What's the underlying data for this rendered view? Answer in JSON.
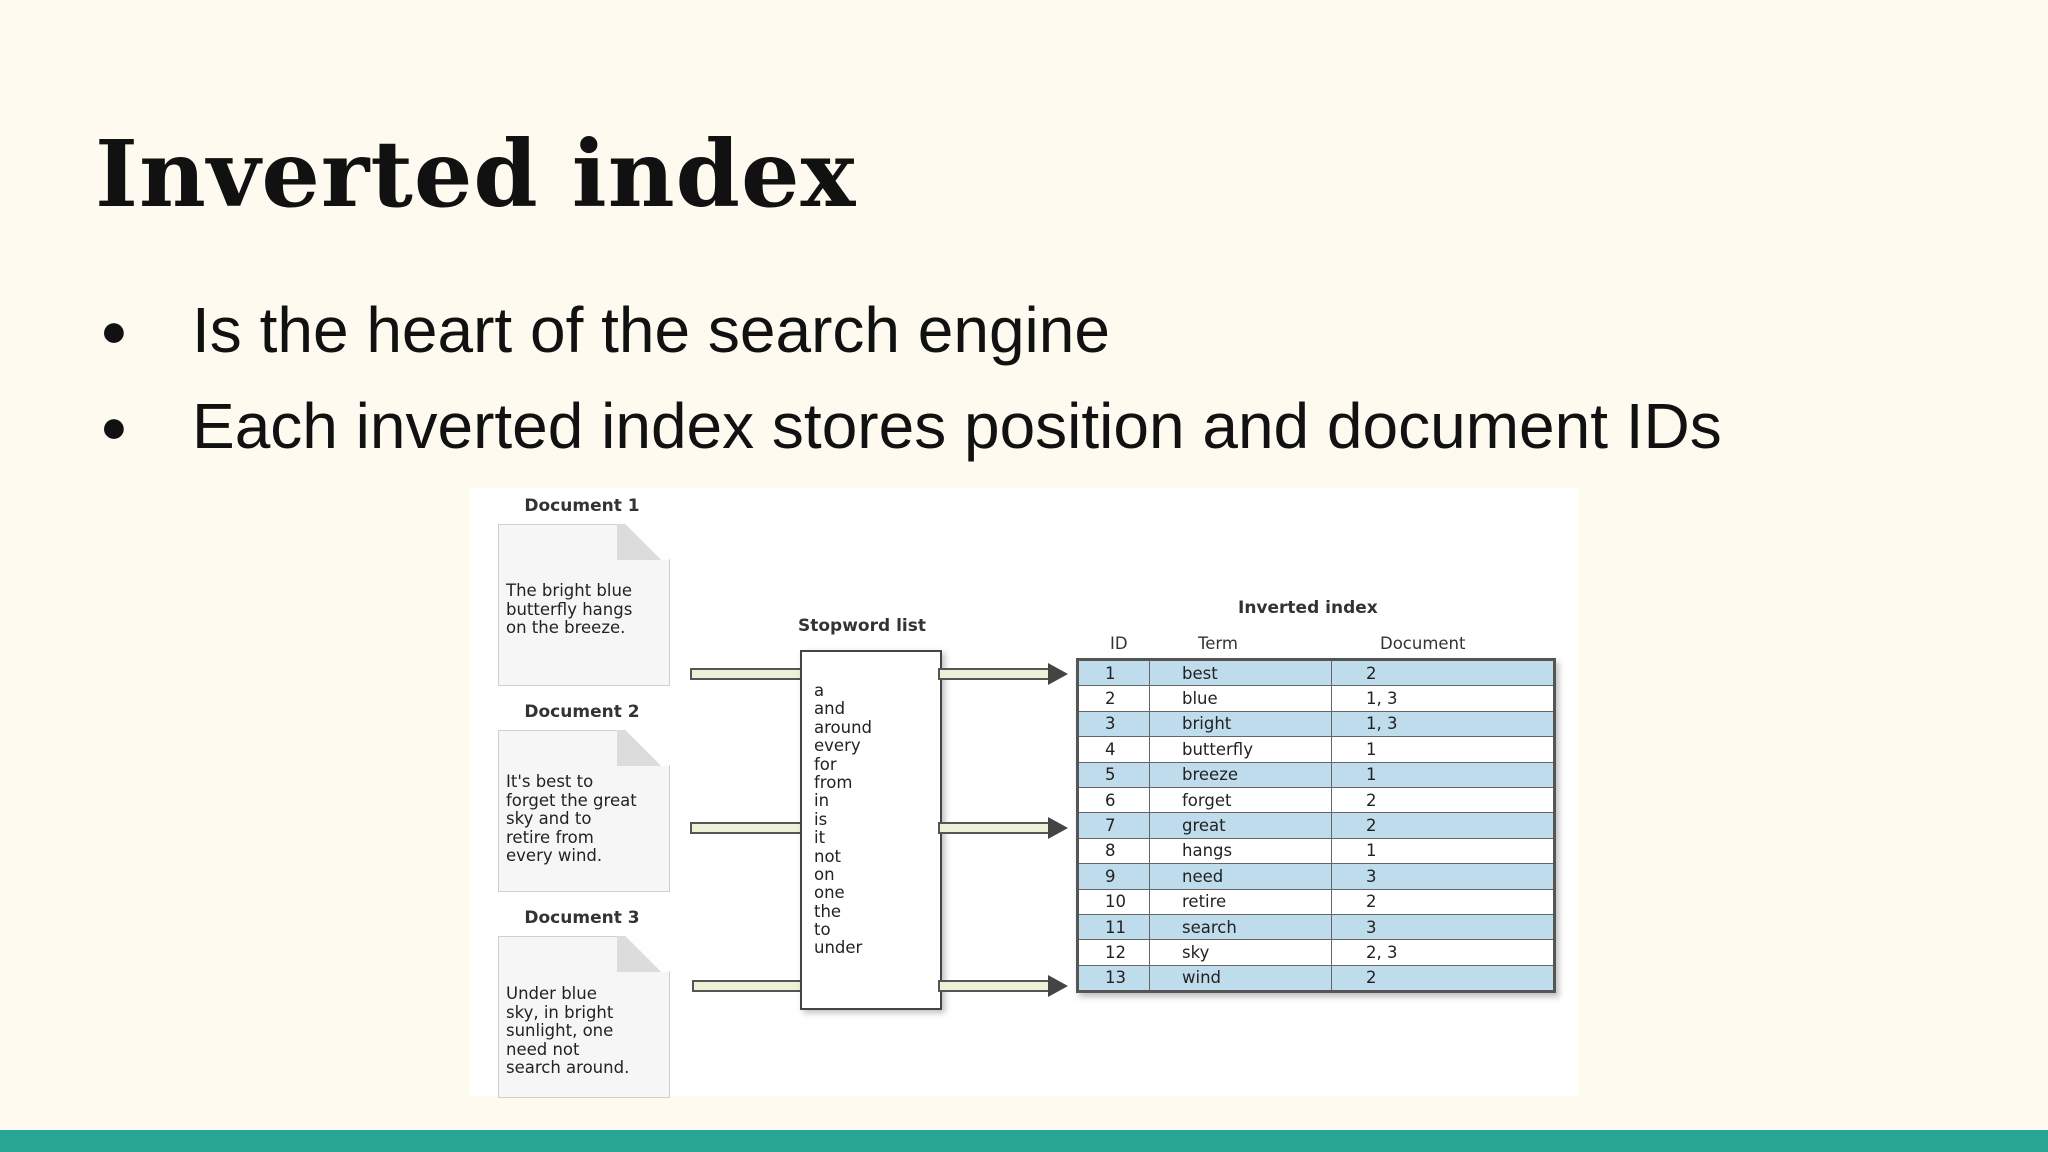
{
  "slide": {
    "title": "Inverted index",
    "bullets": [
      "Is the heart of the search engine",
      "Each inverted index stores position and document IDs"
    ]
  },
  "figure": {
    "documents": [
      {
        "title": "Document 1",
        "lines": [
          "The bright blue",
          "butterfly hangs",
          "on the breeze."
        ]
      },
      {
        "title": "Document 2",
        "lines": [
          "It's best to",
          "forget the great",
          "sky and to",
          "retire from",
          "every wind."
        ]
      },
      {
        "title": "Document 3",
        "lines": [
          "Under blue",
          "sky, in bright",
          "sunlight, one",
          "need not",
          "search around."
        ]
      }
    ],
    "stopword_title": "Stopword list",
    "stopwords": [
      "a",
      "and",
      "around",
      "every",
      "for",
      "from",
      "in",
      "is",
      "it",
      "not",
      "on",
      "one",
      "the",
      "to",
      "under"
    ],
    "index_title": "Inverted index",
    "columns": [
      "ID",
      "Term",
      "Document"
    ],
    "rows": [
      {
        "id": "1",
        "term": "best",
        "doc": "2"
      },
      {
        "id": "2",
        "term": "blue",
        "doc": "1, 3"
      },
      {
        "id": "3",
        "term": "bright",
        "doc": "1, 3"
      },
      {
        "id": "4",
        "term": "butterfly",
        "doc": "1"
      },
      {
        "id": "5",
        "term": "breeze",
        "doc": "1"
      },
      {
        "id": "6",
        "term": "forget",
        "doc": "2"
      },
      {
        "id": "7",
        "term": "great",
        "doc": "2"
      },
      {
        "id": "8",
        "term": "hangs",
        "doc": "1"
      },
      {
        "id": "9",
        "term": "need",
        "doc": "3"
      },
      {
        "id": "10",
        "term": "retire",
        "doc": "2"
      },
      {
        "id": "11",
        "term": "search",
        "doc": "3"
      },
      {
        "id": "12",
        "term": "sky",
        "doc": "2, 3"
      },
      {
        "id": "13",
        "term": "wind",
        "doc": "2"
      }
    ]
  },
  "colors": {
    "background": "#fefaf0",
    "accent_bar": "#26a693",
    "row_highlight": "#bfdcec"
  }
}
